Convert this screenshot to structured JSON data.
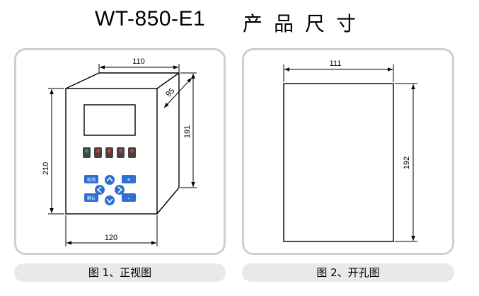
{
  "title": {
    "model": "WT-850-E1",
    "text": "产品尺寸"
  },
  "front_view": {
    "caption": "图 1、正视图",
    "dim_width": "110",
    "dim_depth": "95",
    "dim_side_height": "191",
    "dim_height": "210",
    "dim_bottom_width": "120",
    "keypad_labels": {
      "top_left": "取消",
      "bottom_left": "确认",
      "top_right": "+",
      "bottom_right": "-"
    }
  },
  "cutout_view": {
    "caption": "图 2、开孔图",
    "dim_width": "111",
    "dim_height": "192"
  },
  "colors": {
    "panel_border": "#cfcfcf",
    "caption_bg": "#e9e9e9",
    "keypad_blue": "#2f6fd1",
    "button_red": "#d63a2c",
    "button_green": "#2a9a3a"
  }
}
